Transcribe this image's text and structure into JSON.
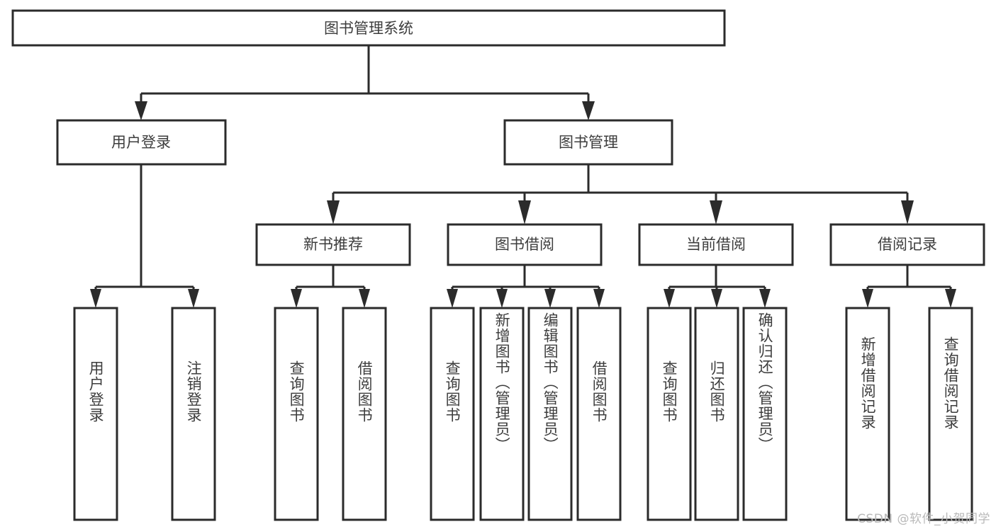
{
  "diagram": {
    "type": "tree-hierarchy",
    "title": "图书管理系统",
    "watermark": "CSDN @软件_小贺同学",
    "colors": {
      "box_stroke": "#2b2b2b",
      "box_fill": "#ffffff",
      "text": "#3d3d3d",
      "connector": "#2b2b2b",
      "background": "#ffffff",
      "watermark": "#b9b9b9"
    },
    "levels": {
      "root": {
        "label": "图书管理系统"
      },
      "level1": [
        {
          "id": "user-login",
          "label": "用户登录"
        },
        {
          "id": "book-manage",
          "label": "图书管理"
        }
      ],
      "level2": [
        {
          "id": "new-book-recommend",
          "label": "新书推荐",
          "parent": "book-manage"
        },
        {
          "id": "book-borrow",
          "label": "图书借阅",
          "parent": "book-manage"
        },
        {
          "id": "current-borrow",
          "label": "当前借阅",
          "parent": "book-manage"
        },
        {
          "id": "borrow-record",
          "label": "借阅记录",
          "parent": "book-manage"
        }
      ],
      "leaves": [
        {
          "id": "leaf-user-login",
          "label": "用户登录",
          "parent": "user-login"
        },
        {
          "id": "leaf-logout-login",
          "label": "注销登录",
          "parent": "user-login"
        },
        {
          "id": "leaf-query-book-1",
          "label": "查询图书",
          "parent": "new-book-recommend"
        },
        {
          "id": "leaf-borrow-book-1",
          "label": "借阅图书",
          "parent": "new-book-recommend"
        },
        {
          "id": "leaf-query-book-2",
          "label": "查询图书",
          "parent": "book-borrow"
        },
        {
          "id": "leaf-add-book",
          "label": "新增图书（管理员）",
          "parent": "book-borrow"
        },
        {
          "id": "leaf-edit-book",
          "label": "编辑图书（管理员）",
          "parent": "book-borrow"
        },
        {
          "id": "leaf-borrow-book-2",
          "label": "借阅图书",
          "parent": "book-borrow"
        },
        {
          "id": "leaf-query-book-3",
          "label": "查询图书",
          "parent": "current-borrow"
        },
        {
          "id": "leaf-return-book",
          "label": "归还图书",
          "parent": "current-borrow"
        },
        {
          "id": "leaf-confirm-return",
          "label": "确认归还（管理员）",
          "parent": "current-borrow"
        },
        {
          "id": "leaf-add-record",
          "label": "新增借阅记录",
          "parent": "borrow-record"
        },
        {
          "id": "leaf-query-record",
          "label": "查询借阅记录",
          "parent": "borrow-record"
        }
      ]
    }
  }
}
